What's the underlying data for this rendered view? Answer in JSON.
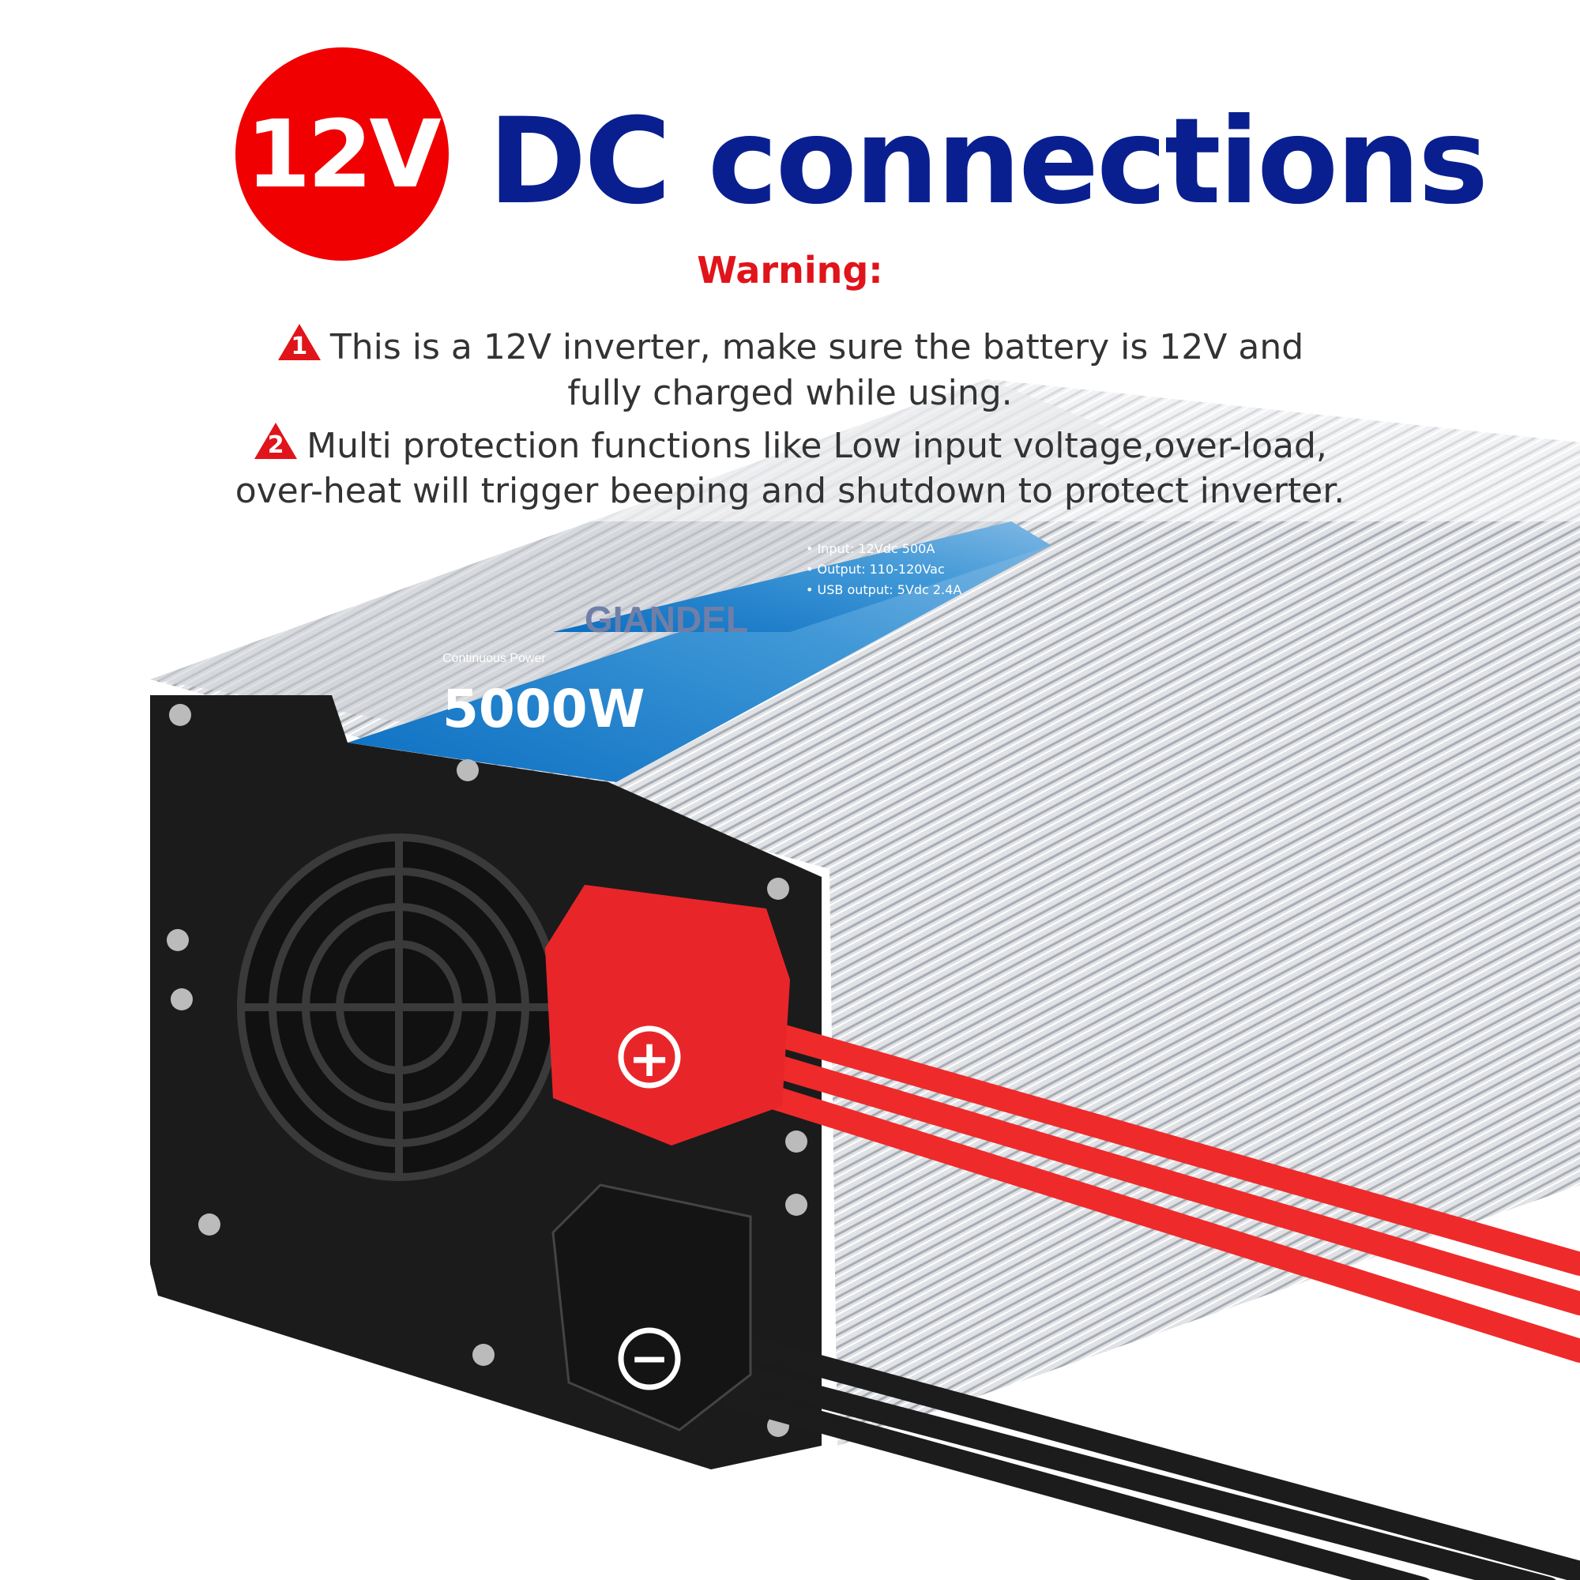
{
  "header": {
    "badge": "12V",
    "title": "DC connections",
    "warning_label": "Warning:"
  },
  "warnings": [
    {
      "number": "1",
      "lines": [
        "This is a 12V inverter, make sure the battery is 12V and",
        "fully charged while using."
      ]
    },
    {
      "number": "2",
      "lines": [
        "Multi protection functions like Low input voltage,over-load,",
        "over-heat will trigger beeping and shutdown to protect inverter."
      ]
    }
  ],
  "product": {
    "brand": "GIANDEL",
    "continuous_label": "Continuous Power",
    "power": "5000W",
    "specs": [
      "Input: 12Vdc 500A",
      "Output: 110-120Vac",
      "USB output: 5Vdc 2.4A"
    ],
    "positive_symbol": "+",
    "negative_symbol": "−"
  },
  "colors": {
    "red": "#f00000",
    "navy": "#0a1f8f",
    "label_blue": "#1a7fcf",
    "cable_red": "#ef2a2a",
    "cable_black": "#1c1c1c"
  },
  "icons": [
    "warning-triangle-icon",
    "fan-icon",
    "positive-terminal-icon",
    "negative-terminal-icon"
  ]
}
